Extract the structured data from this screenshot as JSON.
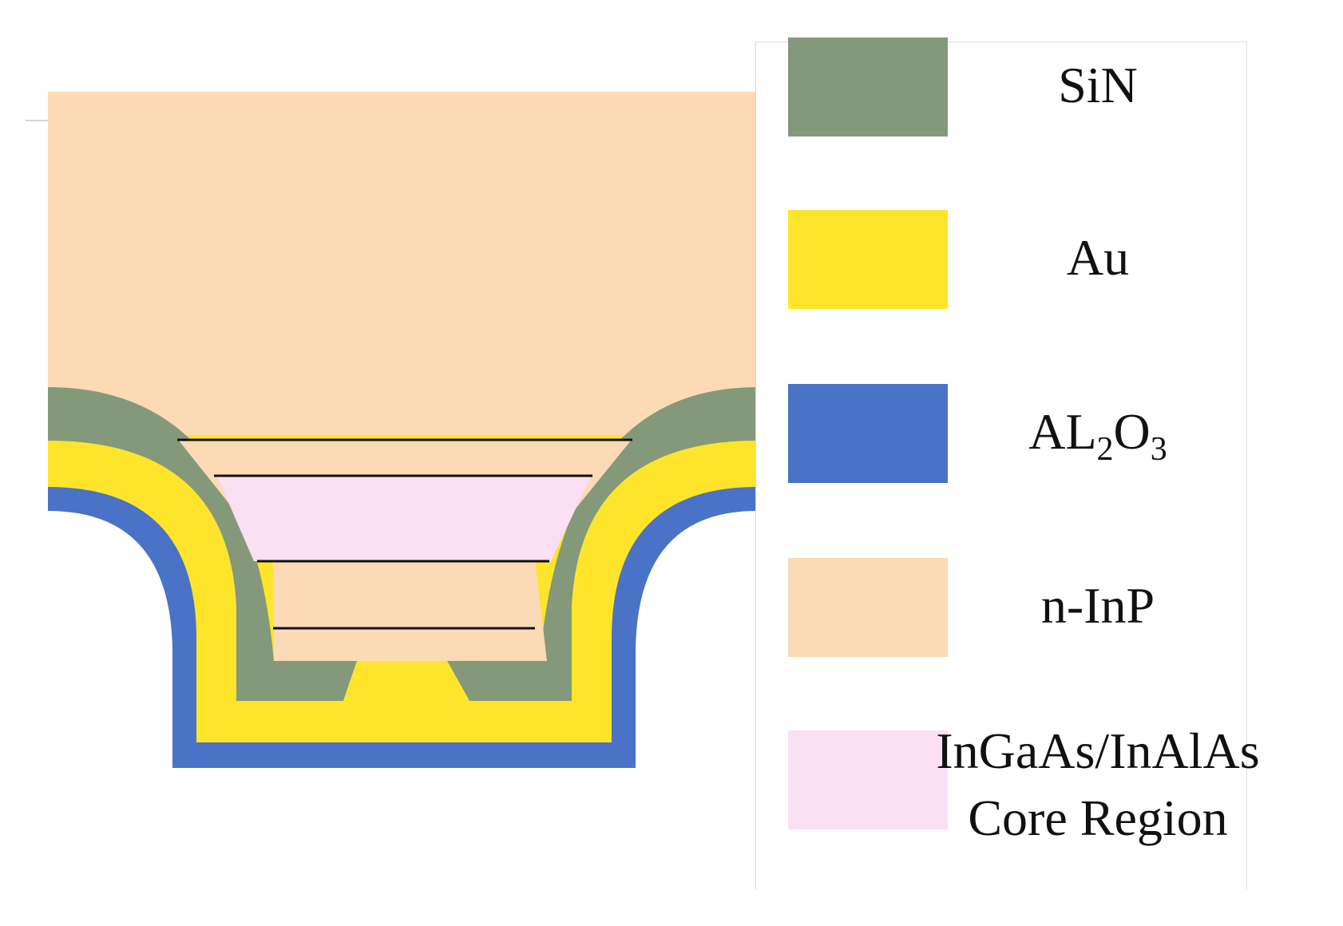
{
  "diagram": {
    "legend": [
      {
        "key": "sin",
        "label": "SiN",
        "color": "#84997a"
      },
      {
        "key": "au",
        "label": "Au",
        "color": "#fee52b"
      },
      {
        "key": "al2o3",
        "label_main": "AL",
        "label_sub1": "2",
        "label_mid": "O",
        "label_sub2": "3",
        "color": "#4a72c6"
      },
      {
        "key": "ninp",
        "label": "n-InP",
        "color": "#fcdab5"
      },
      {
        "key": "core",
        "label_line1": "InGaAs/InAlAs",
        "label_line2": "Core Region",
        "color": "#fbdff3"
      }
    ]
  }
}
